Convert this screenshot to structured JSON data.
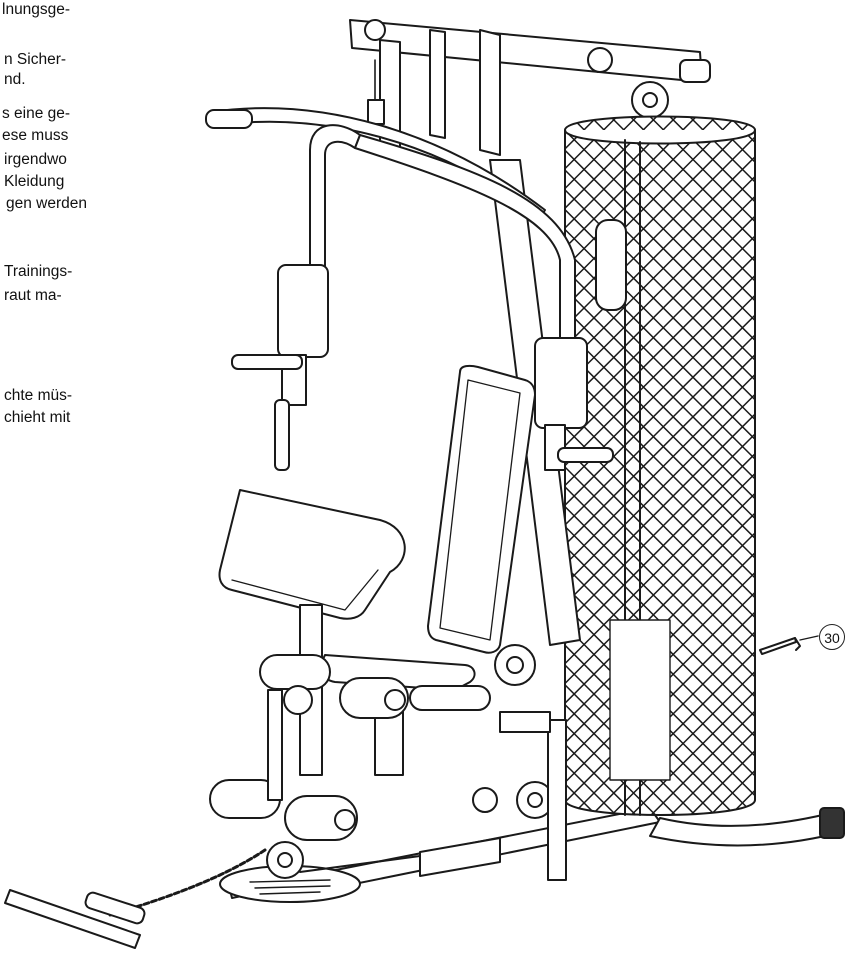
{
  "text_lines": [
    "lnungsge-",
    "n Sicher-",
    "nd.",
    "s eine ge-",
    "ese muss",
    "irgendwo",
    "Kleidung",
    "gen  werden",
    "Trainings-",
    "raut ma-",
    "chte müs-",
    "chieht mit"
  ],
  "callout": {
    "label": "30"
  },
  "colors": {
    "ink": "#1a1a1a",
    "paper": "#ffffff"
  },
  "icons": {
    "equipment": "home-gym-illustration",
    "part": "allen-key-icon"
  }
}
